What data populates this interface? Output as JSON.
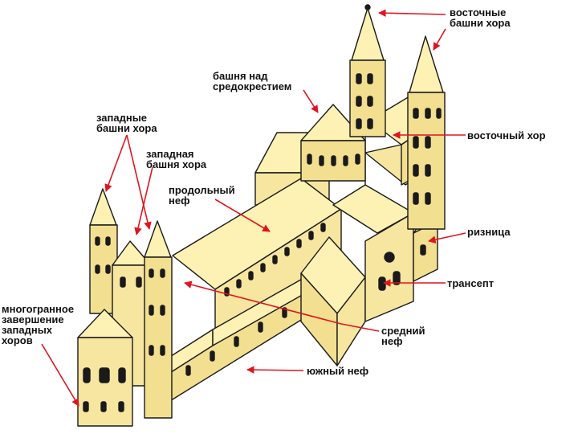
{
  "labels": {
    "east_choir_towers": [
      "восточные",
      "башни хора"
    ],
    "crossing_tower": [
      "башня над",
      "средокрестием"
    ],
    "west_choir_towers": [
      "западные",
      "башни хора"
    ],
    "west_choir_tower": [
      "западная",
      "башня хора"
    ],
    "longitudinal_nave": [
      "продольный",
      "неф"
    ],
    "east_choir": "восточный хор",
    "sacristy": "ризница",
    "transept": "трансепт",
    "polygonal_west_choirs": [
      "многогранное",
      "завершение",
      "западных",
      "хоров"
    ],
    "middle_nave": [
      "средний",
      "неф"
    ],
    "south_nave": "южный неф"
  },
  "colors": {
    "building_fill": "#fdf1b4",
    "building_shade": "#f3df90",
    "outline": "#1a1a1a",
    "arrow": "#e0141e",
    "text": "#111111"
  }
}
